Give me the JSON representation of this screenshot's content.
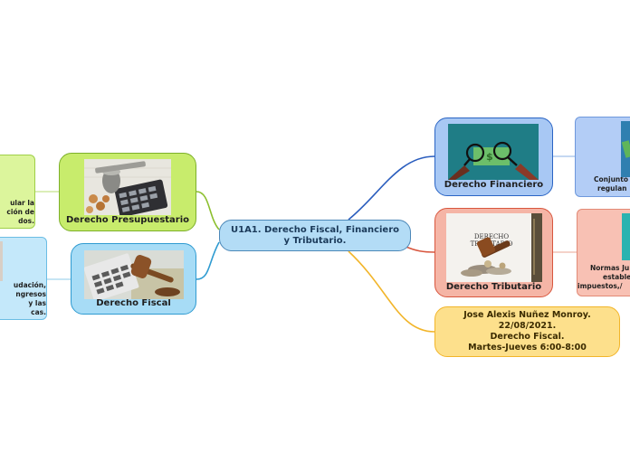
{
  "central": {
    "title": "U1A1. Derecho Fiscal, Financiero y Tributario."
  },
  "branches": {
    "presupuestario": {
      "label": "Derecho Presupuestario",
      "color": "#c8ec6c"
    },
    "fiscal": {
      "label": "Derecho Fiscal",
      "color": "#a7dcf6"
    },
    "financiero": {
      "label": "Derecho Financiero",
      "color": "#a8c8f4"
    },
    "tributario": {
      "label": "Derecho Tributario",
      "image_caption": "DERECHO TRIBUTARIO",
      "color": "#f5b5a6"
    },
    "author": {
      "line1": "Jose Alexis Nuñez Monroy.",
      "line2": "22/08/2021.",
      "line3": "Derecho Fiscal.",
      "line4": "Martes-Jueves 6:00-8:00",
      "color": "#fde08c"
    }
  },
  "leaves": {
    "presupuestario": {
      "line1": "ular la",
      "line2": "ción de",
      "line3": "dos."
    },
    "fiscal": {
      "line1": "udación,",
      "line2": "ngresos",
      "line3": "y las",
      "line4": "cas."
    },
    "financiero": {
      "line1": "Conjunto",
      "line2": "regulan"
    },
    "tributario": {
      "line1": "Normas Ju",
      "line2": "establec",
      "line3": "impuestos,/"
    }
  },
  "icons": {
    "presupuestario": "calculator-coins-gavel-image",
    "fiscal": "calculator-gavel-money-image",
    "financiero": "money-magnifying-glass-image",
    "tributario": "gavel-coins-book-image"
  }
}
